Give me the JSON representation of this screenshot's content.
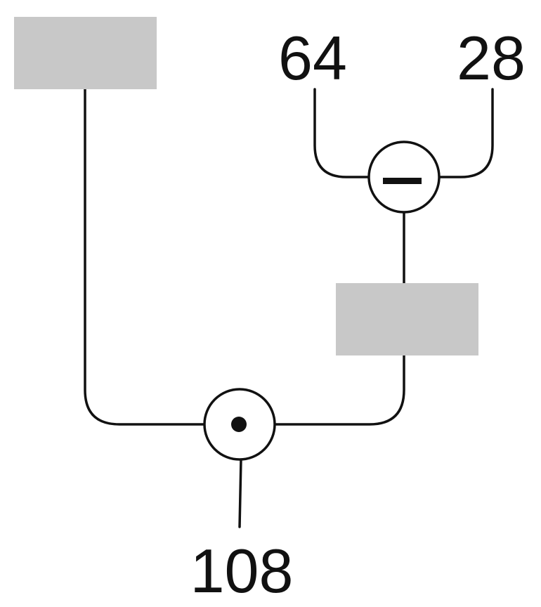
{
  "numbers": {
    "top_left": "64",
    "top_right": "28",
    "result": "108"
  },
  "operators": {
    "subtraction": "minus-symbol",
    "multiplication": "dot-symbol"
  },
  "colors": {
    "box_fill": "#c8c8c8",
    "line": "#111111",
    "background": "#ffffff"
  }
}
